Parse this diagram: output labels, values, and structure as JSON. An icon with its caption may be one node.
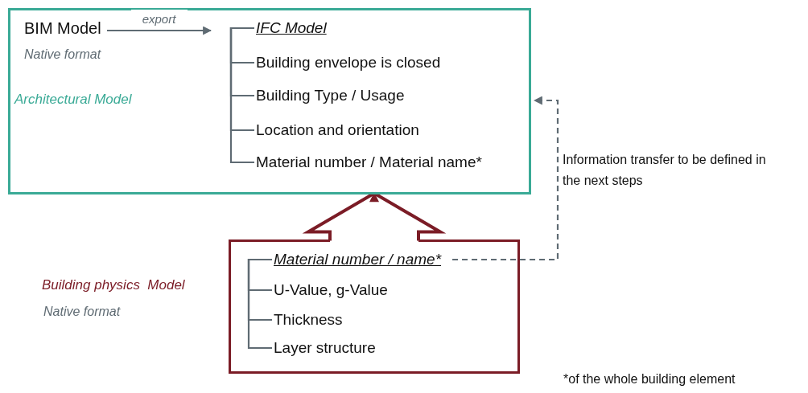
{
  "diagram": {
    "nodes": [
      {
        "text": [
          "Architectural Model"
        ]
      },
      {
        "text": [
          "BIM Model",
          "Native format"
        ],
        "in": 0
      },
      {
        "text": [
          "IFC Model"
        ],
        "in": 0
      },
      {
        "text": [
          "Building envelope is closed"
        ],
        "in": 0
      },
      {
        "text": [
          "Building Type / Usage"
        ],
        "in": 0
      },
      {
        "text": [
          "Location and orientation"
        ],
        "in": 0
      },
      {
        "text": [
          "Material number / Material name*"
        ],
        "in": 0
      },
      {
        "text": [
          "Building physics  Model",
          "Native format"
        ]
      },
      {
        "text": [
          "Material number / name*"
        ],
        "in": 7
      },
      {
        "text": [
          "U-Value, g-Value"
        ],
        "in": 7
      },
      {
        "text": [
          "Thickness"
        ],
        "in": 7
      },
      {
        "text": [
          "Layer structure"
        ],
        "in": 7
      }
    ],
    "edges": [
      {
        "from": 1,
        "to": 2,
        "arrow": "to",
        "label": "export"
      },
      {
        "from": 2,
        "to": 3,
        "arrow": "none"
      },
      {
        "from": 2,
        "to": 4,
        "arrow": "none"
      },
      {
        "from": 2,
        "to": 5,
        "arrow": "none"
      },
      {
        "from": 2,
        "to": 6,
        "arrow": "none"
      },
      {
        "from": 7,
        "to": 0,
        "arrow": "to",
        "style": "thick",
        "color": "#7b1c26"
      },
      {
        "from": 8,
        "to": 9,
        "arrow": "none"
      },
      {
        "from": 8,
        "to": 10,
        "arrow": "none"
      },
      {
        "from": 8,
        "to": 11,
        "arrow": "none"
      },
      {
        "from": 8,
        "to": 0,
        "arrow": "to",
        "style": "dashed",
        "label": "Information transfer to be defined in the next steps"
      }
    ],
    "labels": [
      "*of the whole building element"
    ]
  }
}
